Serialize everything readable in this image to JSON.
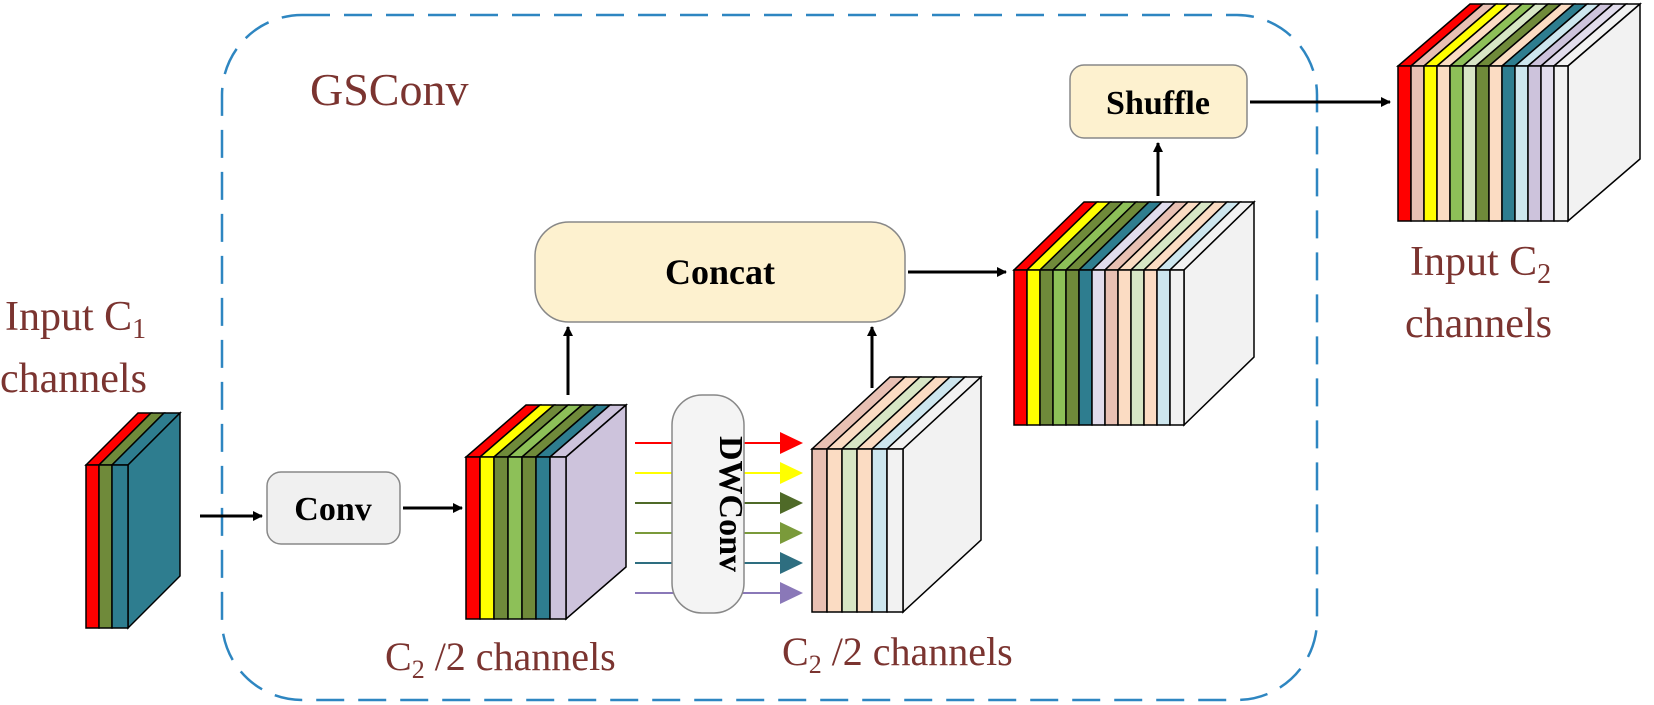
{
  "module_title": "GSConv",
  "input_label": {
    "line1": "Input C",
    "sub": "1",
    "line2": "channels"
  },
  "output_label": {
    "line1": "Input C",
    "sub": "2",
    "line2": "channels"
  },
  "half_label_left": {
    "prefix": "C",
    "sub": "2",
    "suffix": " /2 channels"
  },
  "half_label_right": {
    "prefix": "C",
    "sub": "2",
    "suffix": " /2 channels"
  },
  "ops": {
    "conv": "Conv",
    "dwconv": "DWConv",
    "concat": "Concat",
    "shuffle": "Shuffle"
  },
  "colors": {
    "boundary": "#2e86c1",
    "label_text": "#7b3430",
    "conv_box": "#f0f0f0",
    "concat_box": "#fdf1cf",
    "red": "#ff0000",
    "yellow": "#ffff00",
    "olive": "#6f8a3a",
    "light_green": "#8dc058",
    "teal": "#2e7d8f",
    "lavender": "#cdc3dc",
    "pink": "#e8c0b3",
    "peach": "#fbdcc3",
    "pale_green": "#d7e6c5",
    "pale_blue": "#cde6ee",
    "pale_lavender": "#e1dcec"
  },
  "dwconv_arrow_colors": [
    "#ff0000",
    "#ffff00",
    "#4f6a28",
    "#7a9a3a",
    "#2e6e80",
    "#8a78b8"
  ]
}
